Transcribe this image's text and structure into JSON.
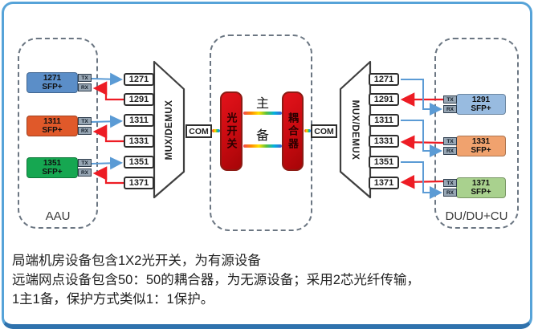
{
  "frame": {
    "accent": "#56a3d8",
    "accent_bottom": "#2f72ad"
  },
  "colors": {
    "tx_line": "#5b9bd5",
    "rx_line": "#ed1c24"
  },
  "aau": {
    "label": "AAU",
    "modules": [
      {
        "name": "1271",
        "type": "SFP+",
        "tx": "TX",
        "rx": "RX",
        "color": "#5b8ec8"
      },
      {
        "name": "1311",
        "type": "SFP+",
        "tx": "TX",
        "rx": "RX",
        "color": "#e0592a"
      },
      {
        "name": "1351",
        "type": "SFP+",
        "tx": "TX",
        "rx": "RX",
        "color": "#16a751"
      }
    ]
  },
  "left_mux": {
    "label": "MUX/DEMUX",
    "com": "COM",
    "ports": [
      "1271",
      "1291",
      "1311",
      "1331",
      "1351",
      "1371"
    ]
  },
  "center": {
    "switch": "光开关",
    "coupler": "耦合器",
    "main": "主",
    "backup": "备"
  },
  "right_mux": {
    "label": "MUX/DEMUX",
    "com": "COM",
    "ports": [
      "1271",
      "1291",
      "1311",
      "1331",
      "1351",
      "1371"
    ]
  },
  "du": {
    "label": "DU/DU+CU",
    "modules": [
      {
        "name": "1291",
        "type": "SFP+",
        "tx": "TX",
        "rx": "RX",
        "color": "#98bbe0"
      },
      {
        "name": "1331",
        "type": "SFP+",
        "tx": "TX",
        "rx": "RX",
        "color": "#f0a26e"
      },
      {
        "name": "1371",
        "type": "SFP+",
        "tx": "TX",
        "rx": "RX",
        "color": "#a9d18e"
      }
    ]
  },
  "notes": [
    "局端机房设备包含1X2光开关，为有源设备",
    "远端网点设备包含50：50的耦合器，为无源设备；采用2芯光纤传输，",
    "1主1备，保护方式类似1：1保护。"
  ]
}
